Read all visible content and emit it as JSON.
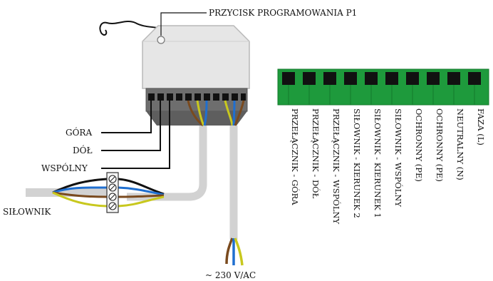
{
  "labels": {
    "program_button": "PRZYCISK PROGRAMOWANIA P1",
    "up": "GÓRA",
    "down": "DÓŁ",
    "common": "WSPÓLNY",
    "motor": "SIŁOWNIK",
    "mains": "~ 230 V/AC"
  },
  "terminals": [
    "PRZEŁĄCZNIK - GÓRA",
    "PRZEŁĄCZNIK - DÓŁ",
    "PRZEŁĄCZNIK - WSPÓLNY",
    "SIŁOWNIK - KIERUNEK 2",
    "SIŁOWNIK - KIERUNEK 1",
    "SIŁOWNIK - WSPÓLNY",
    "OCHRONNY (PE)",
    "OCHRONNY (PE)",
    "NEUTRALNY (N)",
    "FAZA (L)"
  ],
  "colors": {
    "terminal_green": "#1e9a3c",
    "wire_brown": "#7a4a1e",
    "wire_blue": "#1f6fd0",
    "wire_yellow_green": "#c8c81e",
    "cable_grey": "#d2d2d2",
    "module_body": "#e6e6e6"
  }
}
